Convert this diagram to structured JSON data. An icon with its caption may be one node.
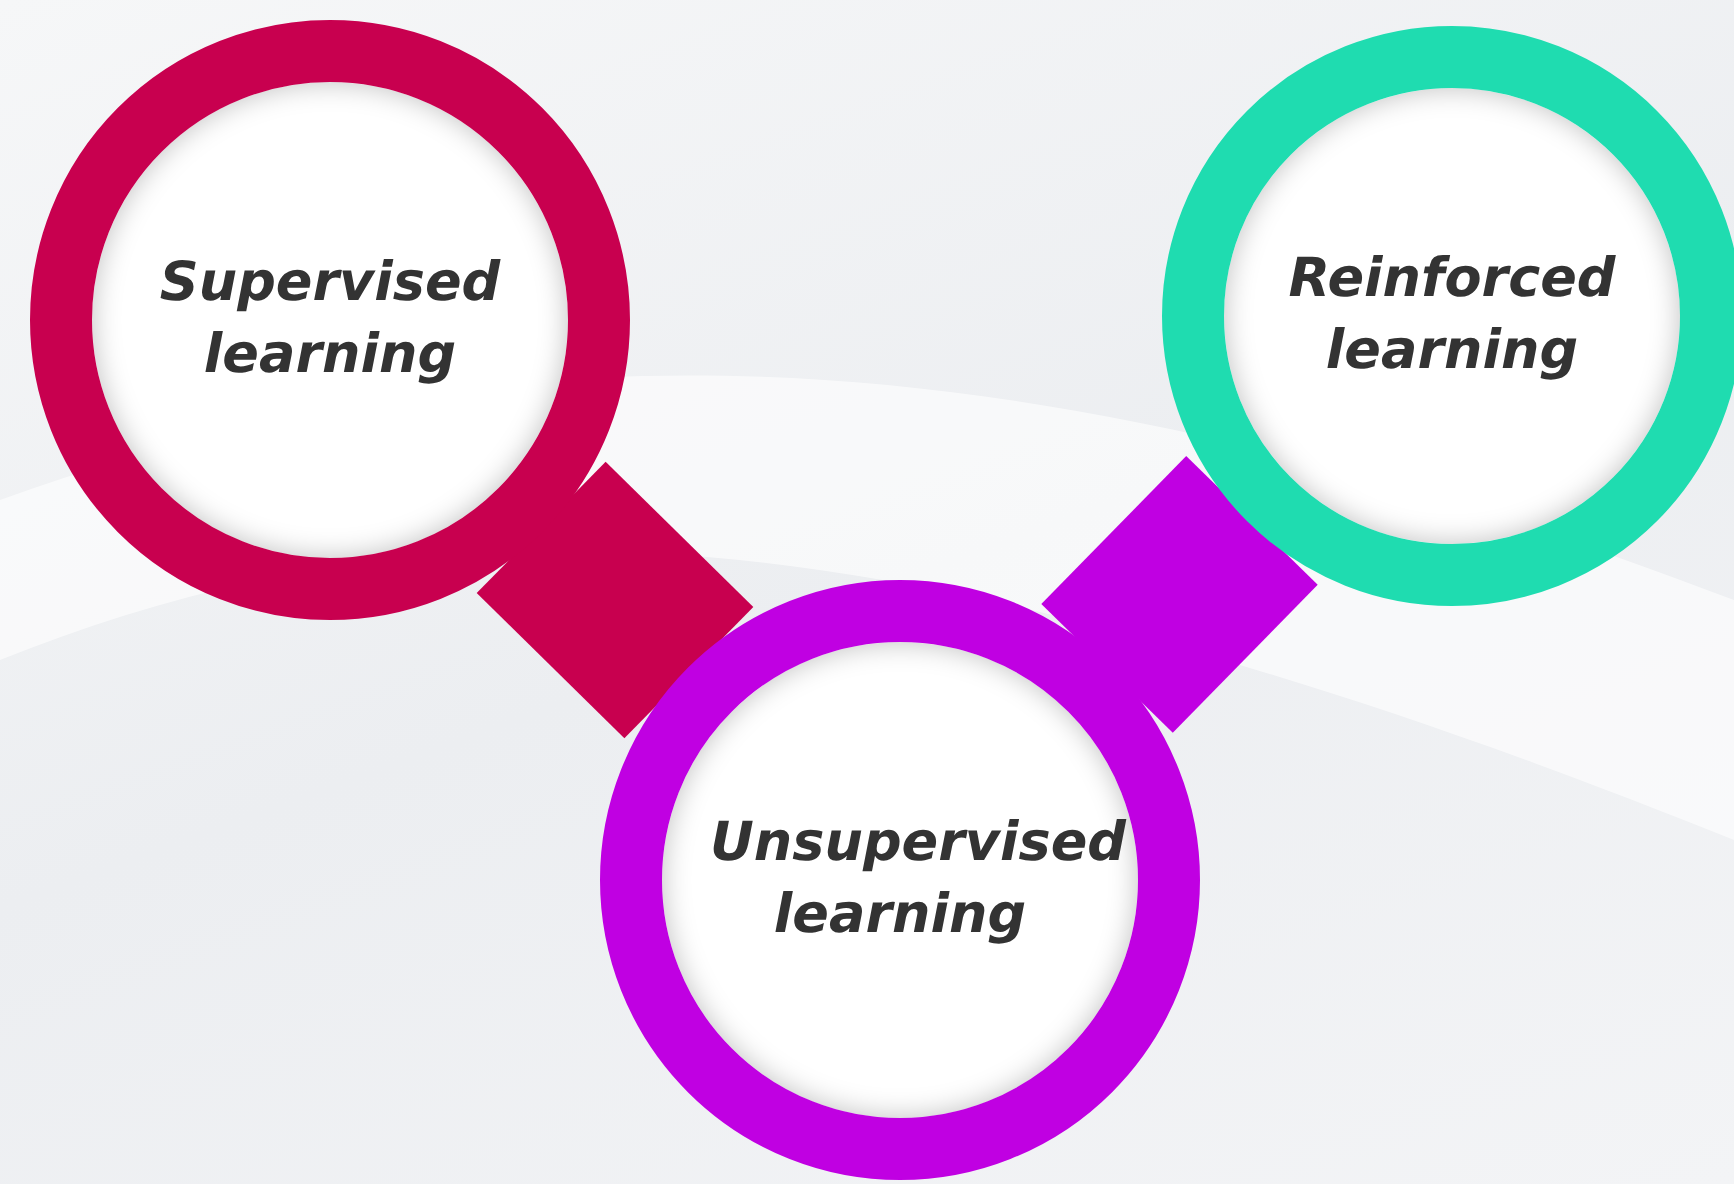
{
  "diagram": {
    "nodes": [
      {
        "text": [
          "Supervised learning"
        ]
      },
      {
        "text": [
          "Reinforced learning"
        ]
      },
      {
        "text": [
          "Unsupervised learning"
        ]
      }
    ],
    "edges": [
      {
        "from": 0,
        "to": 2,
        "arrow": "none",
        "color": "#c8004f"
      },
      {
        "from": 2,
        "to": 1,
        "arrow": "none",
        "color": "#c000e2"
      }
    ]
  }
}
